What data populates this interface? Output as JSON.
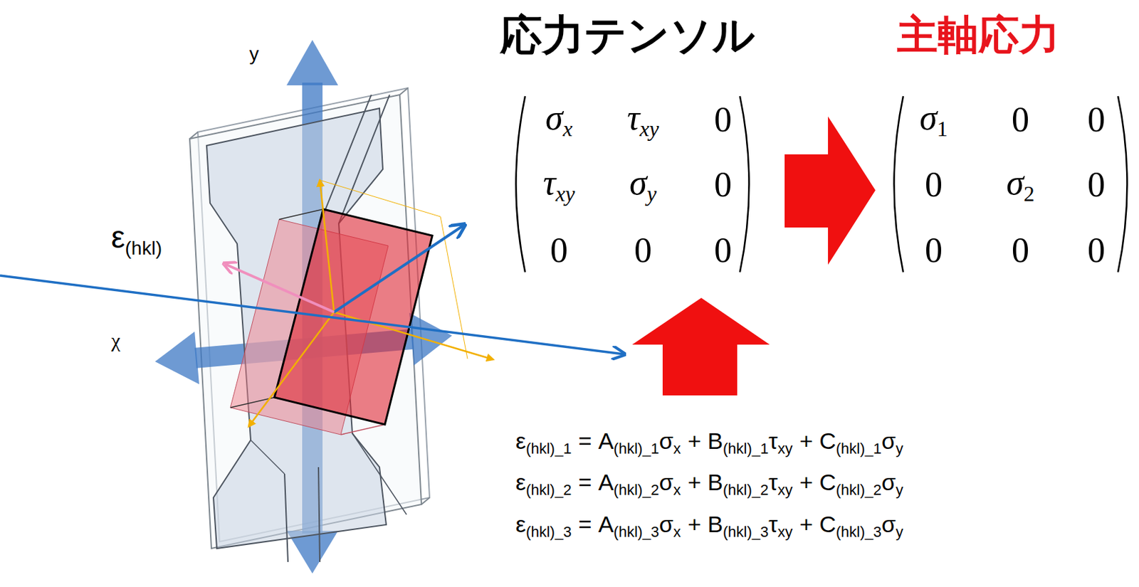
{
  "diagram": {
    "labels": [
      "y",
      "ε",
      "(hkl)",
      "χ",
      "応力テンソル",
      "主軸応力",
      "σ",
      "x",
      "τ",
      "xy",
      "0",
      "τ",
      "xy",
      "σ",
      "y",
      "0",
      "0",
      "0",
      "0",
      "σ",
      "1",
      "0",
      "0",
      "0",
      "σ",
      "2",
      "0",
      "0",
      "0",
      "0",
      "ε",
      "(hkl)_1",
      "= A",
      "(hkl)_1",
      "σ",
      "x",
      "+ B",
      "(hkl)_1",
      "τ",
      "xy",
      "+ C",
      "(hkl)_1",
      "σ",
      "y",
      "ε",
      "(hkl)_2",
      "= A",
      "(hkl)_2",
      "σ",
      "x",
      "+ B",
      "(hkl)_2",
      "τ",
      "xy",
      "+ C",
      "(hkl)_2",
      "σ",
      "y",
      "ε",
      "(hkl)_3",
      "= A",
      "(hkl)_3",
      "σ",
      "x",
      "+ B",
      "(hkl)_3",
      "τ",
      "xy",
      "+ C",
      "(hkl)_3",
      "σ",
      "y"
    ]
  }
}
